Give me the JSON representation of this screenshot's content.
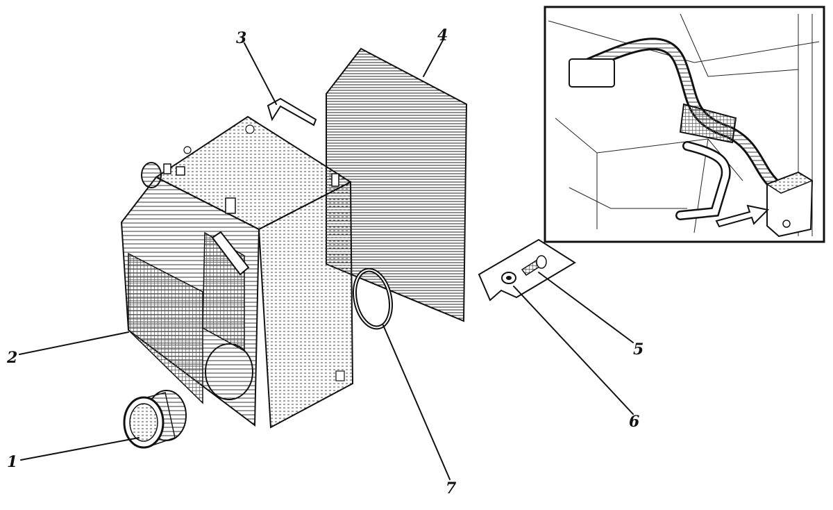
{
  "diagram": {
    "callouts": [
      {
        "id": "1",
        "text": "1",
        "part": "intake-nozzle"
      },
      {
        "id": "2",
        "text": "2",
        "part": "housing"
      },
      {
        "id": "3",
        "text": "3",
        "part": "bracket"
      },
      {
        "id": "4",
        "text": "4",
        "part": "filter-panel"
      },
      {
        "id": "5",
        "text": "5",
        "part": "screw"
      },
      {
        "id": "6",
        "text": "6",
        "part": "washer"
      },
      {
        "id": "7",
        "text": "7",
        "part": "seal-ring"
      }
    ],
    "inset": {
      "shows": "installed-location",
      "arrow": "points-to-unit"
    },
    "colors": {
      "ink": "#111111",
      "paper": "#ffffff"
    }
  }
}
